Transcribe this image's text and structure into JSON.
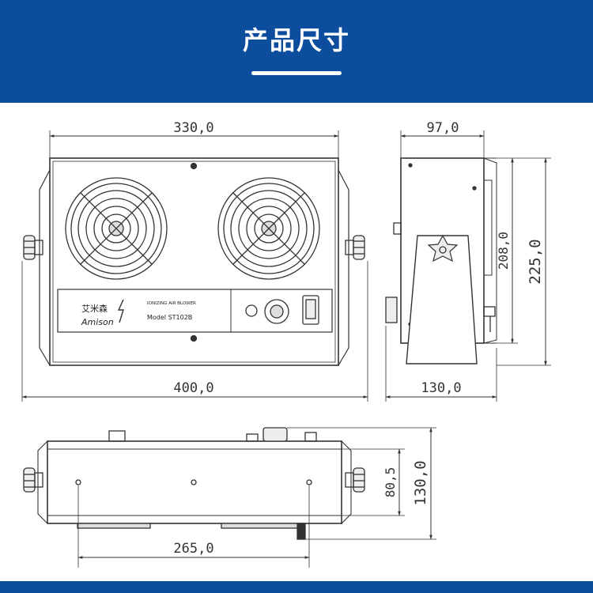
{
  "header": {
    "title": "产品尺寸"
  },
  "colors": {
    "header_bg": "#0d4d9e",
    "line": "#333333"
  },
  "front_view": {
    "top_width": "330,0",
    "total_width": "400,0",
    "brand_cn": "艾米森",
    "brand_en": "Amison",
    "product_line": "IONIZING AIR BLOWER",
    "model": "Model ST102B"
  },
  "side_view": {
    "top_depth": "97,0",
    "inner_height": "208,0",
    "total_height": "225,0",
    "base_depth": "130,0"
  },
  "bottom_view": {
    "hole_spacing_v": "80,5",
    "total_depth": "130,0",
    "hole_spacing_h": "265,0"
  }
}
